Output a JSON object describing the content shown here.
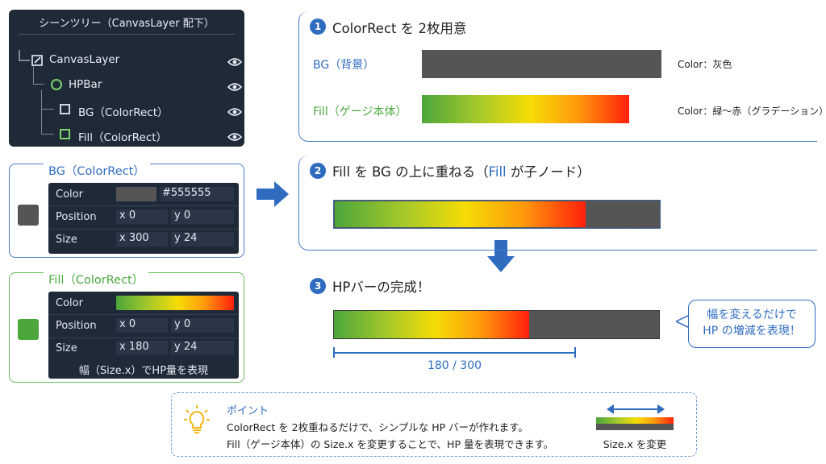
{
  "tree": {
    "title": "シーンツリー（CanvasLayer 配下）",
    "nodes": [
      {
        "label": "CanvasLayer",
        "icon": "edit-node-icon"
      },
      {
        "label": "HPBar",
        "icon": "circle-node-icon"
      },
      {
        "label": "BG（ColorRect）",
        "icon": "gray-square-icon"
      },
      {
        "label": "Fill（ColorRect）",
        "icon": "green-square-icon"
      }
    ]
  },
  "bg_card": {
    "title": "BG（ColorRect）",
    "swatch_color": "#555555",
    "color_label": "Color",
    "color_value": "#555555",
    "position_label": "Position",
    "pos_x": "x 0",
    "pos_y": "y 0",
    "size_label": "Size",
    "size_x": "x 300",
    "size_y": "y 24"
  },
  "fill_card": {
    "title": "Fill（ColorRect）",
    "swatch_color": "#4ca63c",
    "color_label": "Color",
    "position_label": "Position",
    "pos_x": "x 0",
    "pos_y": "y 0",
    "size_label": "Size",
    "size_x": "x 180",
    "size_y": "y 24",
    "note": "幅（Size.x）でHP量を表現"
  },
  "step1": {
    "num": "1",
    "title": "ColorRect を 2枚用意",
    "bg_label": "BG（背景）",
    "bg_desc": "Color：灰色",
    "fill_label": "Fill（ゲージ本体）",
    "fill_desc": "Color：緑～赤（グラデーション）"
  },
  "step2": {
    "num": "2",
    "title_a": "Fill を BG の上に重ねる（",
    "title_b": "Fill",
    "title_c": " が子ノード）"
  },
  "step3": {
    "num": "3",
    "title": "HPバーの完成！",
    "measure": "180 / 300",
    "fill_ratio": 0.6
  },
  "bubble": {
    "line1": "幅を変えるだけで",
    "line2": "HP の増減を表現！"
  },
  "point": {
    "heading": "ポイント",
    "line1": "ColorRect を 2枚重ねるだけで、シンプルな HP バーが作れます。",
    "line2": "Fill（ゲージ本体）の Size.x を変更することで、HP 量を表現できます。",
    "caption": "Size.x を変更"
  },
  "colors": {
    "accent_blue": "#2f6cc0",
    "accent_green": "#4aa83e",
    "panel_dark": "#1f2a38",
    "bar_gray": "#555555"
  }
}
